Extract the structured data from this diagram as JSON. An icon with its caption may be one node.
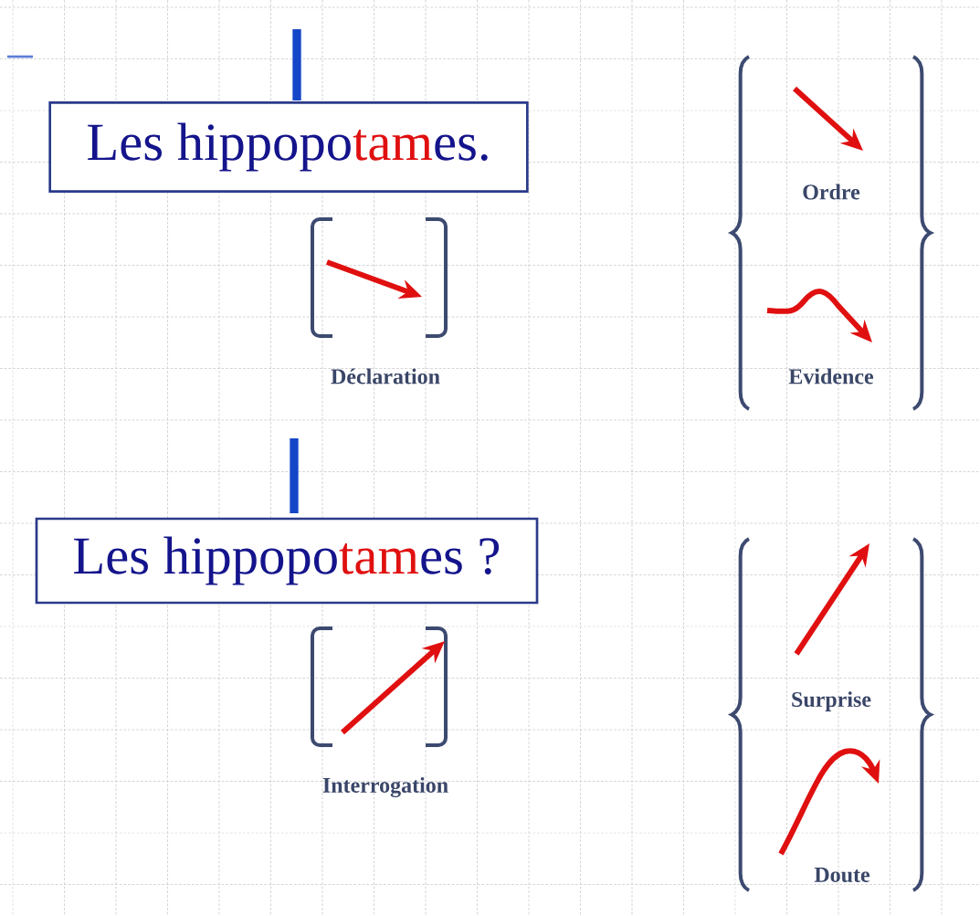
{
  "diagram": {
    "nodes": [
      {
        "text": [
          "Les hippopo**tam**es."
        ]
      },
      {
        "text": [
          "Les hippopo**tam**es ?"
        ]
      }
    ],
    "labels": [
      "Ordre",
      "Déclaration",
      "Evidence",
      "Surprise",
      "Interrogation",
      "Doute"
    ]
  }
}
